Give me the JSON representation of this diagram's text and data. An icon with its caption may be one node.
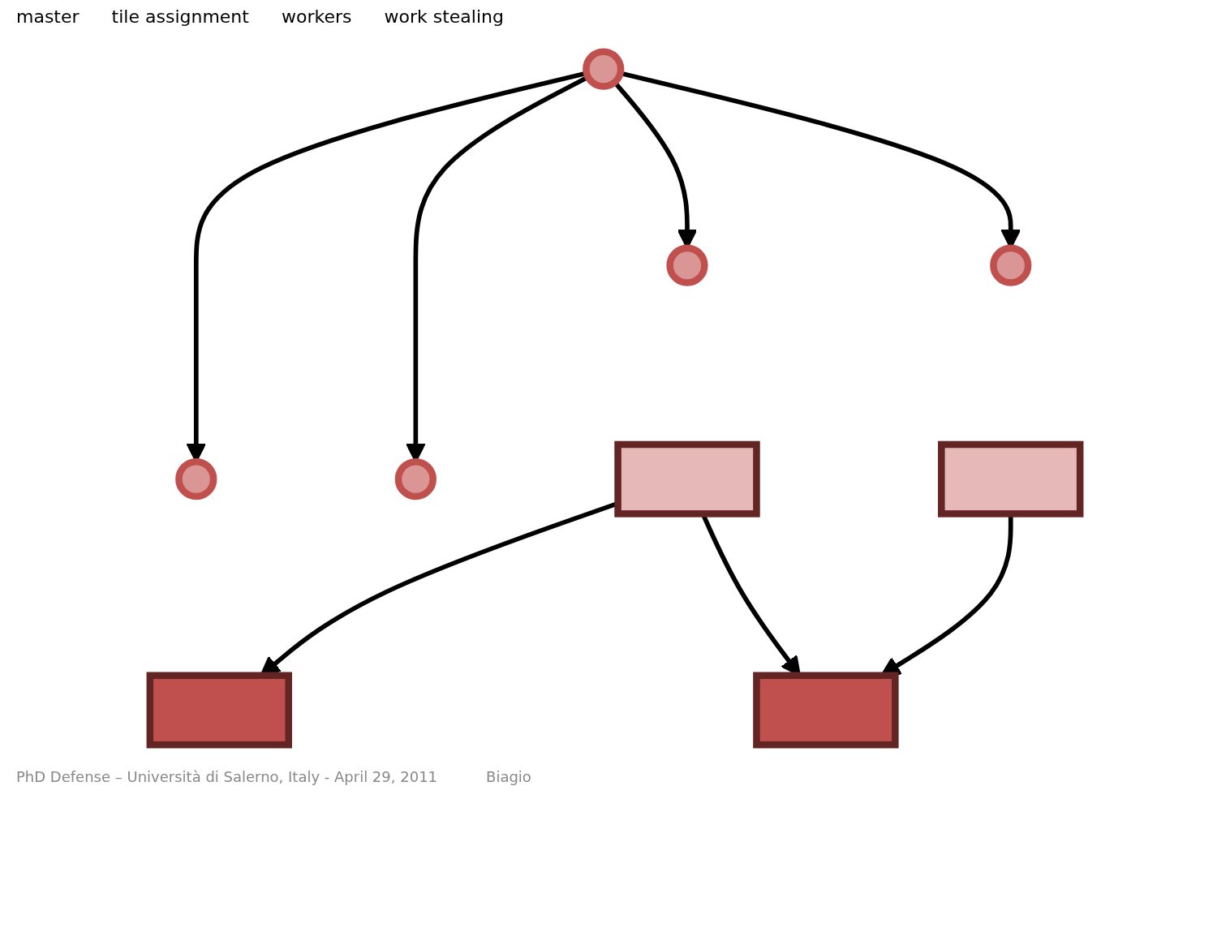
{
  "diagram": {
    "nodes": [
      {
        "text": [],
        "shape": "circle"
      },
      {
        "text": [],
        "shape": "circle"
      },
      {
        "text": [],
        "shape": "circle"
      },
      {
        "text": [],
        "shape": "circle"
      },
      {
        "text": [],
        "shape": "circle"
      },
      {
        "text": [],
        "shape": "bar"
      },
      {
        "text": [],
        "shape": "bar"
      },
      {
        "text": [],
        "shape": "bar"
      },
      {
        "text": [],
        "shape": "bar"
      }
    ],
    "edges": [
      {
        "from": 0,
        "to": 1,
        "arrow": "to"
      },
      {
        "from": 0,
        "to": 2,
        "arrow": "to"
      },
      {
        "from": 0,
        "to": 3,
        "arrow": "to"
      },
      {
        "from": 0,
        "to": 4,
        "arrow": "to"
      },
      {
        "from": 5,
        "to": 6,
        "arrow": "to"
      },
      {
        "from": 5,
        "to": 7,
        "arrow": "to"
      },
      {
        "from": 8,
        "to": 7,
        "arrow": "to"
      }
    ],
    "labels": [
      "master",
      "tile assignment",
      "workers",
      "work stealing",
      "PhD Defense – Università di Salerno, Italy - April 29, 2011",
      "Biagio"
    ]
  }
}
